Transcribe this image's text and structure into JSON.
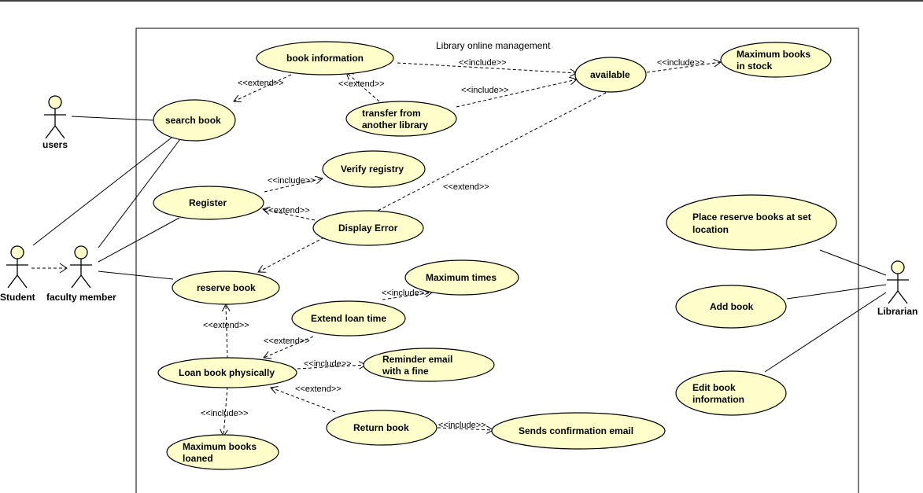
{
  "system": {
    "title": "Library online management"
  },
  "actors": {
    "users": "users",
    "student": "Student",
    "faculty": "faculty member",
    "librarian": "Librarian"
  },
  "use_cases": {
    "book_information": "book information",
    "available": "available",
    "maximum_stock": [
      "Maximum books",
      "in stock"
    ],
    "search_book": "search book",
    "transfer": [
      "transfer from",
      "another library"
    ],
    "verify_registry": "Verify registry",
    "register": "Register",
    "display_error": "Display Error",
    "reserve_book": "reserve book",
    "maximum_times": "Maximum times",
    "extend_loan": "Extend loan time",
    "loan_physically": "Loan book physically",
    "reminder_email": [
      "Reminder email",
      "with a fine"
    ],
    "return_book": "Return book",
    "sends_confirmation": "Sends confirmation email",
    "max_loaned": [
      "Maximum books",
      "loaned"
    ],
    "place_reserve": [
      "Place reserve books at set",
      "location"
    ],
    "add_book": "Add book",
    "edit_book": [
      "Edit book",
      "information"
    ]
  },
  "relations": {
    "include": "<<include>>",
    "extend": "<<extend>>"
  }
}
